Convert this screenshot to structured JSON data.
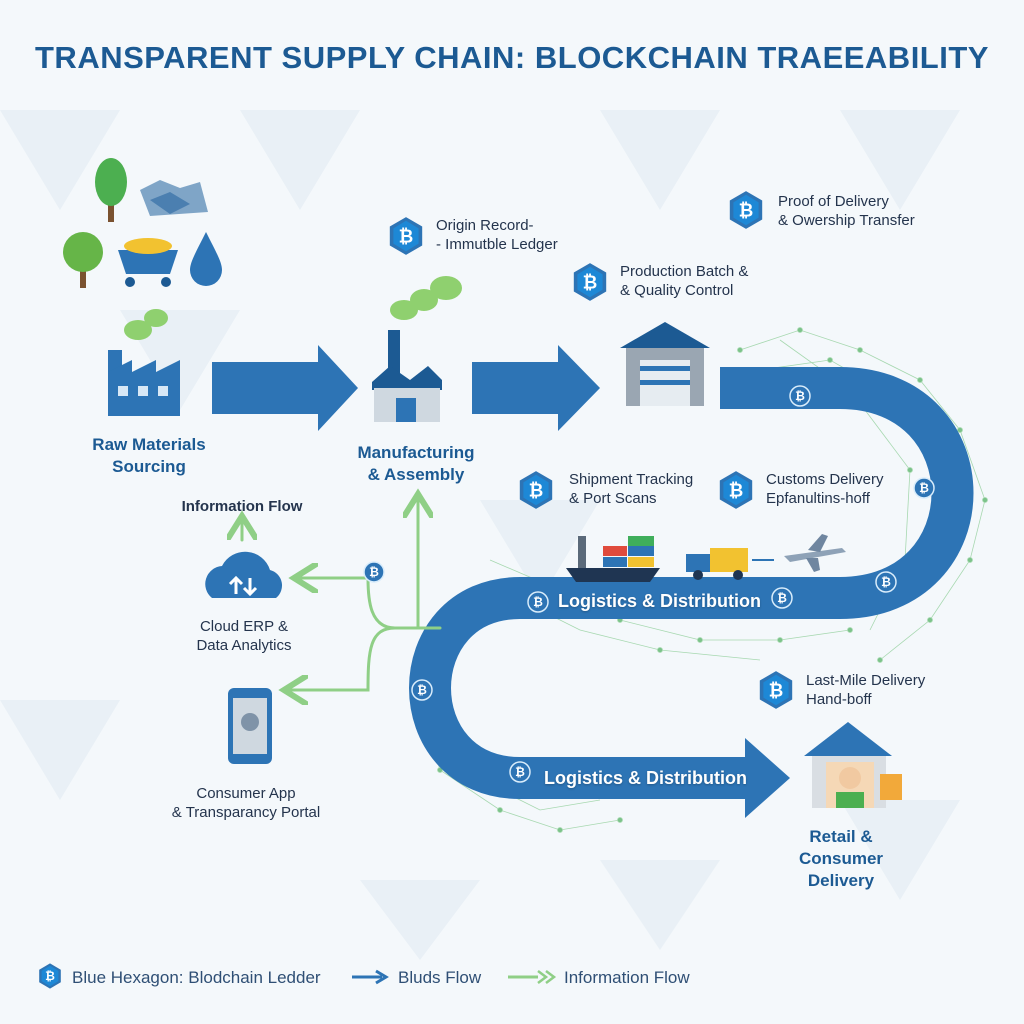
{
  "title": "TRANSPARENT SUPPLY CHAIN: BLOCKCHAIN TRAEEABILITY",
  "stages": {
    "raw": "Raw Materials\nSourcing",
    "manufacturing": "Manufacturing\n& Assembly",
    "retail": "Retail &\nConsumer\nDelivery"
  },
  "ledger_labels": {
    "origin": "Origin Record-\n- Immutble Ledger",
    "production": "Production Batch &\n& Quality Control",
    "proof": "Proof of Delivery\n& Owership Transfer",
    "shipment": "Shipment Tracking\n& Port Scans",
    "customs": "Customs Delivery\nEpfanultins-hoff",
    "lastmile": "Last-Mile Delivery\nHand-boff"
  },
  "road_labels": {
    "logistics_1": "Logistics & Distribution",
    "logistics_2": "Logistics & Distribution"
  },
  "info": {
    "flow_label": "Information Flow",
    "cloud": "Cloud ERP &\nData Analytics",
    "app": "Consumer App\n& Transparancy Portal"
  },
  "legend": {
    "hexagon": "Blue Hexagon: Blodchain Ledder",
    "goods_flow": "Bluds Flow",
    "info_flow": "Information Flow"
  },
  "colors": {
    "primary_blue": "#2d74b5",
    "dark_blue": "#1c5a93",
    "info_green": "#8fcf86",
    "node_green": "#7cc38a"
  },
  "icons": {
    "ledger": "bitcoin-hexagon-icon",
    "cloud": "cloud-sync-icon",
    "phone": "smartphone-icon"
  }
}
